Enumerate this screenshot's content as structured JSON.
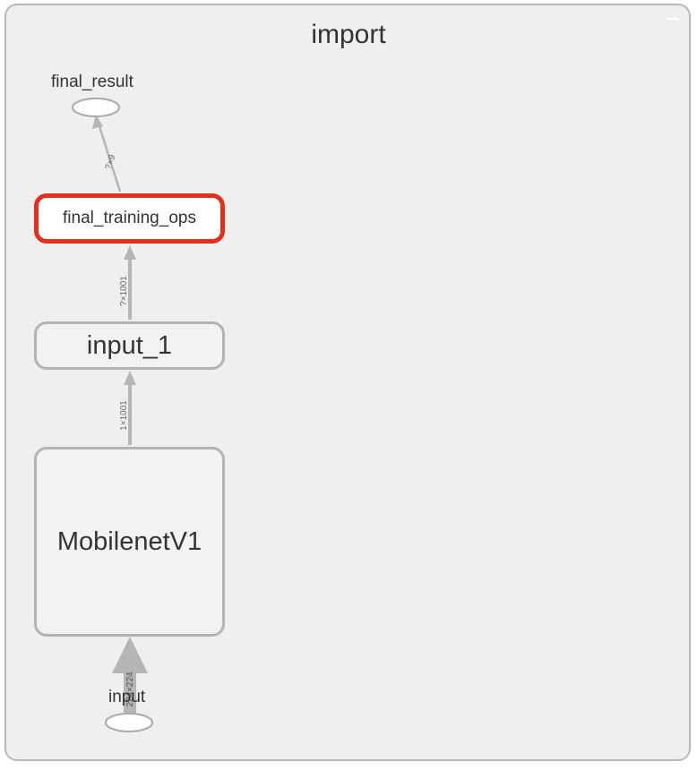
{
  "group": {
    "title": "import"
  },
  "nodes": {
    "final_result": {
      "label": "final_result",
      "shape": "ellipse"
    },
    "final_training_ops": {
      "label": "final_training_ops",
      "highlighted": true,
      "highlight_color": "#e2301c"
    },
    "input_1": {
      "label": "input_1"
    },
    "mobilenet": {
      "label": "MobilenetV1"
    },
    "input": {
      "label": "input",
      "shape": "ellipse"
    }
  },
  "edges": [
    {
      "from": "final_training_ops",
      "to": "final_result",
      "label": "?×9"
    },
    {
      "from": "input_1",
      "to": "final_training_ops",
      "label": "?×1001"
    },
    {
      "from": "MobilenetV1",
      "to": "input_1",
      "label": "1×1001"
    },
    {
      "from": "input",
      "to": "MobilenetV1",
      "label": "224×224"
    }
  ],
  "icons": {
    "collapse": "minus-icon"
  },
  "colors": {
    "group_background": "#efefef",
    "group_border": "#b8b8b8",
    "node_border": "#b3b3b3",
    "edge": "#b5b5b5",
    "highlight": "#e2301c"
  }
}
